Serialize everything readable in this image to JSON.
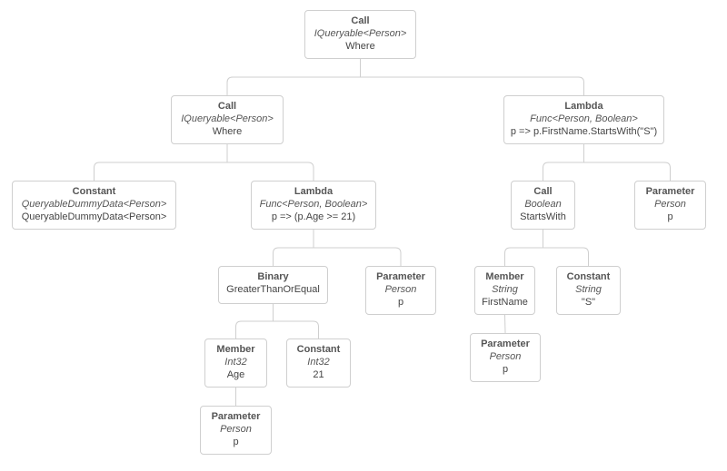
{
  "nodes": [
    {
      "id": "n1",
      "kind": "Call",
      "type": "IQueryable<Person>",
      "value": "Where"
    },
    {
      "id": "n2",
      "kind": "Call",
      "type": "IQueryable<Person>",
      "value": "Where"
    },
    {
      "id": "n3",
      "kind": "Lambda",
      "type": "Func<Person, Boolean>",
      "value": "p => p.FirstName.StartsWith(\"S\")"
    },
    {
      "id": "n4",
      "kind": "Constant",
      "type": "QueryableDummyData<Person>",
      "value": "QueryableDummyData<Person>"
    },
    {
      "id": "n5",
      "kind": "Lambda",
      "type": "Func<Person, Boolean>",
      "value": "p => (p.Age >= 21)"
    },
    {
      "id": "n6",
      "kind": "Call",
      "type": "Boolean",
      "value": "StartsWith"
    },
    {
      "id": "n7",
      "kind": "Parameter",
      "type": "Person",
      "value": "p"
    },
    {
      "id": "n8",
      "kind": "Binary",
      "type": "",
      "value": "GreaterThanOrEqual"
    },
    {
      "id": "n9",
      "kind": "Parameter",
      "type": "Person",
      "value": "p"
    },
    {
      "id": "n10",
      "kind": "Member",
      "type": "String",
      "value": "FirstName"
    },
    {
      "id": "n11",
      "kind": "Constant",
      "type": "String",
      "value": "\"S\""
    },
    {
      "id": "n12",
      "kind": "Member",
      "type": "Int32",
      "value": "Age"
    },
    {
      "id": "n13",
      "kind": "Constant",
      "type": "Int32",
      "value": "21"
    },
    {
      "id": "n14",
      "kind": "Parameter",
      "type": "Person",
      "value": "p"
    },
    {
      "id": "n15",
      "kind": "Parameter",
      "type": "Person",
      "value": "p"
    }
  ],
  "edges": [
    [
      "n1",
      "n2"
    ],
    [
      "n1",
      "n3"
    ],
    [
      "n2",
      "n4"
    ],
    [
      "n2",
      "n5"
    ],
    [
      "n3",
      "n6"
    ],
    [
      "n3",
      "n7"
    ],
    [
      "n5",
      "n8"
    ],
    [
      "n5",
      "n9"
    ],
    [
      "n6",
      "n10"
    ],
    [
      "n6",
      "n11"
    ],
    [
      "n8",
      "n12"
    ],
    [
      "n8",
      "n13"
    ],
    [
      "n10",
      "n14"
    ],
    [
      "n12",
      "n15"
    ]
  ]
}
